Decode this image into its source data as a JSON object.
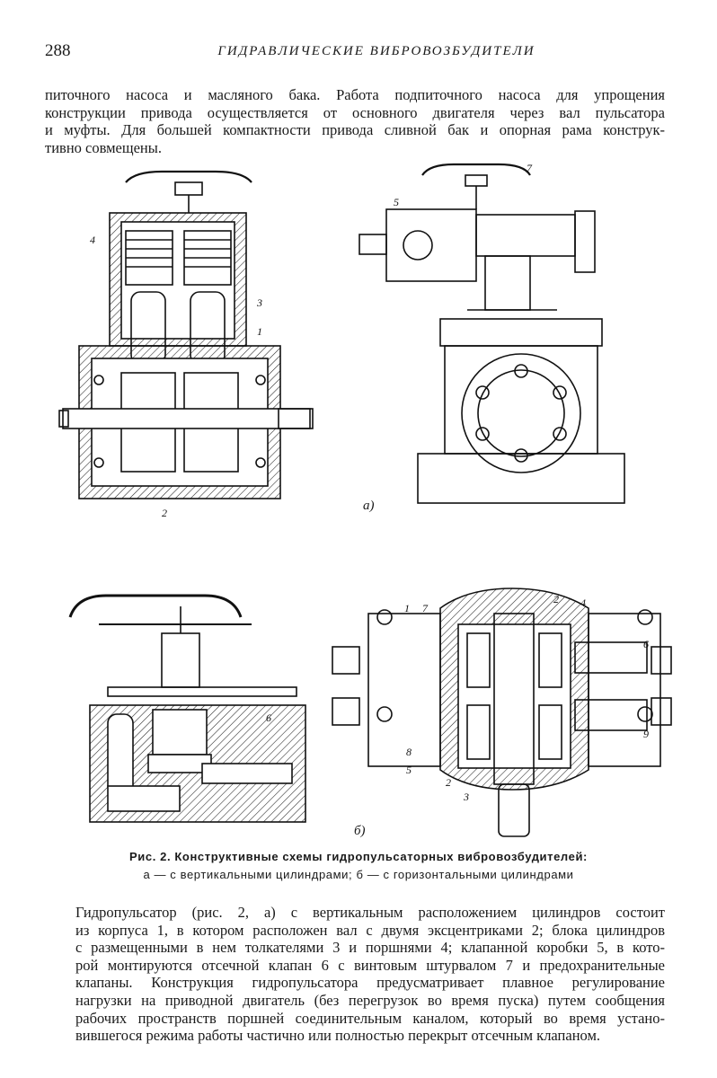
{
  "header": {
    "page_number": "288",
    "running_title": "ГИДРАВЛИЧЕСКИЕ ВИБРОВОЗБУДИТЕЛИ"
  },
  "intro_lines": [
    "питочного насоса и масляного бака. Работа подпиточного насоса для упрощения",
    "конструкции привода осуществляется от основного двигателя через вал пульсатора",
    "и муфты. Для большей компактности привода сливной бак и опорная рама конструк-",
    "тивно совмещены."
  ],
  "figure": {
    "label_a": "а)",
    "label_b": "б)",
    "callouts": {
      "n1": "1",
      "n2": "2",
      "n3": "3",
      "n4": "4",
      "n5": "5",
      "n6": "6",
      "n7": "7",
      "n8": "8",
      "n9": "9"
    }
  },
  "caption": {
    "title": "Рис. 2. Конструктивные схемы гидропульсаторных вибровозбудителей:",
    "legend": "а — с вертикальными цилиндрами; б — с горизонтальными цилиндрами"
  },
  "body_lines": [
    "Гидропульсатор (рис. 2, а) с вертикальным расположением цилиндров состоит",
    "из корпуса 1, в котором расположен вал с двумя эксцентриками 2; блока цилиндров",
    "с размещенными в нем толкателями 3 и поршнями 4; клапанной коробки 5, в кото-",
    "рой монтируются отсечной клапан 6 с винтовым штурвалом 7 и предохранительные",
    "клапаны. Конструкция гидропульсатора предусматривает плавное регулирование",
    "нагрузки на приводной двигатель (без перегрузок во время пуска) путем сообщения",
    "рабочих пространств поршней соединительным каналом, который во время устано-",
    "вившегося режима работы частично или полностью перекрыт отсечным клапаном."
  ]
}
